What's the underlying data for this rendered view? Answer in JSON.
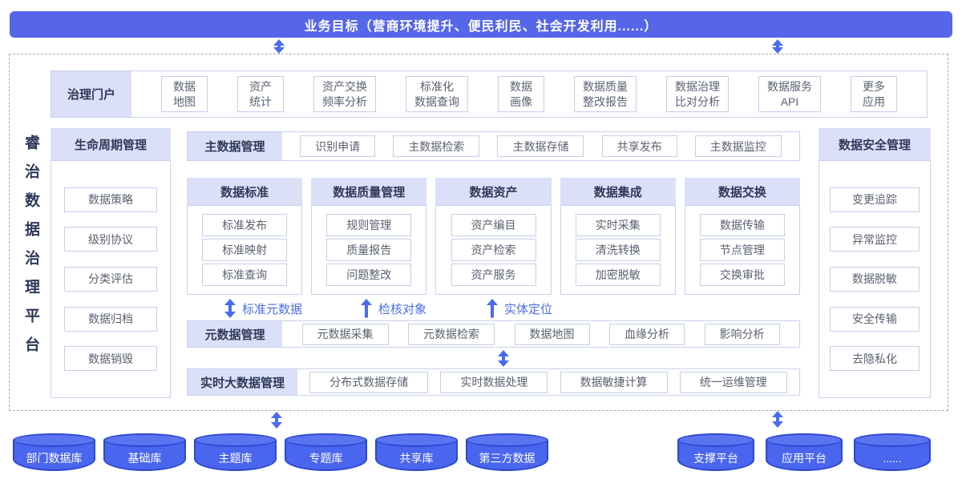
{
  "colors": {
    "banner_bg": "#5566e9",
    "section_header_bg": "#dbe0f8",
    "accent_blue": "#4a6cf0",
    "cylinder_fill": "#4a66ee",
    "cylinder_border": "#2d49cf",
    "title_text": "#2e3a59",
    "item_text": "#5a6170",
    "item_border": "#c6cfe9"
  },
  "banner": {
    "title": "业务目标（营商环境提升、便民利民、社会开发利用......）"
  },
  "platform_title": "睿治数据治理平台",
  "portal": {
    "label": "治理门户",
    "items": [
      "数据\n地图",
      "资产\n统计",
      "资产交换\n频率分析",
      "标准化\n数据查询",
      "数据\n画像",
      "数据质量\n整改报告",
      "数据治理\n比对分析",
      "数据服务\nAPI",
      "更多\n应用"
    ]
  },
  "lifecycle": {
    "label": "生命周期管理",
    "items": [
      "数据策略",
      "级别协议",
      "分类评估",
      "数据归档",
      "数据销毁"
    ]
  },
  "master_data": {
    "label": "主数据管理",
    "items": [
      "识别申请",
      "主数据检索",
      "主数据存储",
      "共享发布",
      "主数据监控"
    ]
  },
  "modules": [
    {
      "label": "数据标准",
      "items": [
        "标准发布",
        "标准映射",
        "标准查询"
      ]
    },
    {
      "label": "数据质量管理",
      "items": [
        "规则管理",
        "质量报告",
        "问题整改"
      ]
    },
    {
      "label": "数据资产",
      "items": [
        "资产编目",
        "资产检索",
        "资产服务"
      ]
    },
    {
      "label": "数据集成",
      "items": [
        "实时采集",
        "清洗转换",
        "加密脱敏"
      ]
    },
    {
      "label": "数据交换",
      "items": [
        "数据传输",
        "节点管理",
        "交换审批"
      ]
    }
  ],
  "flow_labels": [
    "标准元数据",
    "检核对象",
    "实体定位"
  ],
  "metadata": {
    "label": "元数据管理",
    "items": [
      "元数据采集",
      "元数据检索",
      "数据地图",
      "血缘分析",
      "影响分析"
    ]
  },
  "bigdata": {
    "label": "实时大数据管理",
    "items": [
      "分布式数据存储",
      "实时数据处理",
      "数据敏捷计算",
      "统一运维管理"
    ]
  },
  "security": {
    "label": "数据安全管理",
    "items": [
      "变更追踪",
      "异常监控",
      "数据脱敏",
      "安全传输",
      "去隐私化"
    ]
  },
  "datasources": [
    "部门数据库",
    "基础库",
    "主题库",
    "专题库",
    "共享库",
    "第三方数据"
  ],
  "platforms": [
    "支撑平台",
    "应用平台",
    "......"
  ]
}
